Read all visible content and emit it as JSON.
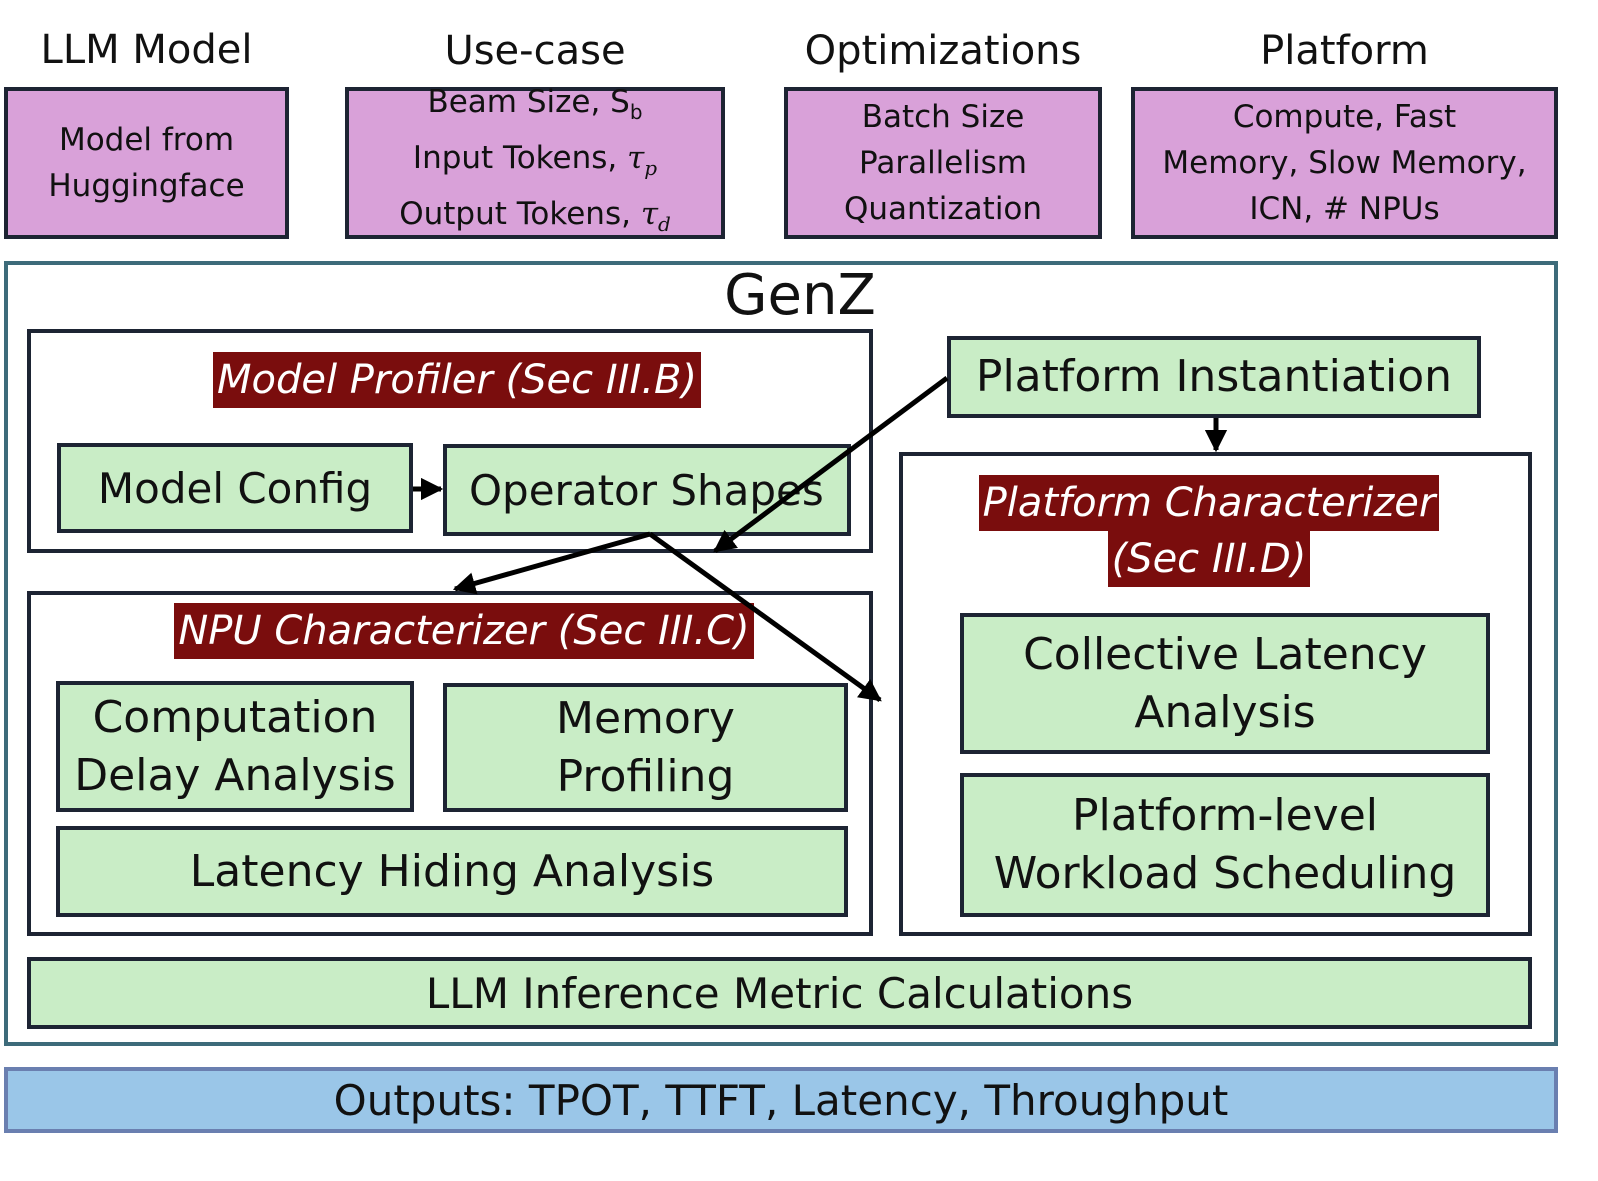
{
  "inputs": {
    "llm_model": {
      "header": "LLM Model",
      "lines": [
        "Model from",
        "Huggingface"
      ]
    },
    "use_case": {
      "header": "Use-case",
      "beam_text": "Beam Size, S",
      "beam_sub": "b",
      "input_text": "Input Tokens, ",
      "input_sym": "τ",
      "input_sub": "p",
      "output_text": "Output Tokens, ",
      "output_sym": "τ",
      "output_sub": "d"
    },
    "optimizations": {
      "header": "Optimizations",
      "lines": [
        "Batch Size",
        "Parallelism",
        "Quantization"
      ]
    },
    "platform": {
      "header": "Platform",
      "lines": [
        "Compute, Fast",
        "Memory, Slow Memory,",
        "ICN, # NPUs"
      ]
    }
  },
  "genz": {
    "title": "GenZ",
    "model_profiler": {
      "title": "Model Profiler (Sec III.B)",
      "model_config": "Model Config",
      "operator_shapes": "Operator Shapes"
    },
    "platform_instantiation": "Platform Instantiation",
    "platform_characterizer": {
      "title_lines": [
        "Platform Characterizer",
        "(Sec III.D)"
      ],
      "collective_latency": [
        "Collective Latency",
        "Analysis"
      ],
      "workload_scheduling": [
        "Platform-level",
        "Workload Scheduling"
      ]
    },
    "npu_characterizer": {
      "title": "NPU Characterizer (Sec III.C)",
      "computation_delay": [
        "Computation",
        "Delay Analysis"
      ],
      "memory_profiling": [
        "Memory",
        "Profiling"
      ],
      "latency_hiding": "Latency Hiding Analysis"
    },
    "metric_calculations": "LLM Inference Metric Calculations"
  },
  "outputs": "Outputs: TPOT, TTFT, Latency, Throughput",
  "colors": {
    "input_fill": "#d9a1d9",
    "module_fill": "#c9edc6",
    "title_fill": "#7a0d0d",
    "output_fill": "#9ac6e8",
    "genz_border": "#3d6b7a"
  }
}
